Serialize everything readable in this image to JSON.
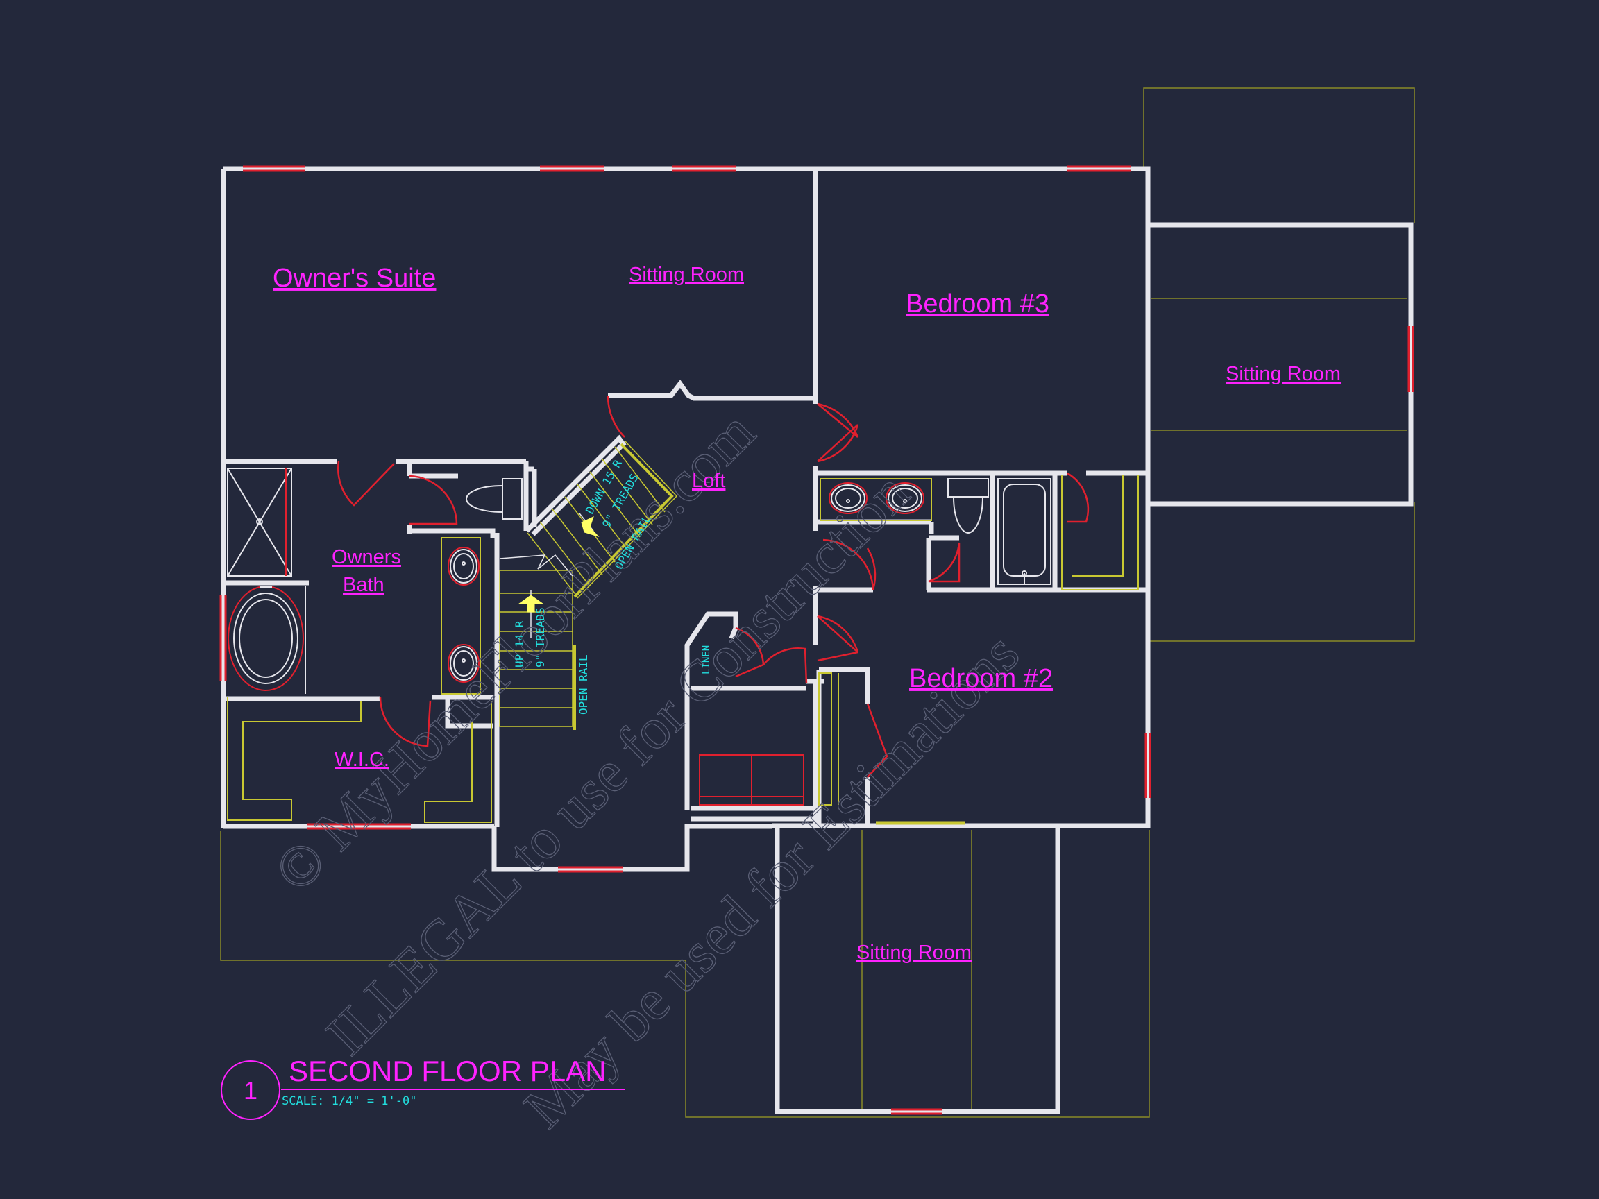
{
  "rooms": {
    "owners_suite": "Owner's Suite",
    "sitting_room_owner": "Sitting Room",
    "bedroom_3": "Bedroom #3",
    "sitting_room_east": "Sitting Room",
    "loft": "Loft",
    "owners_bath_line1": "Owners",
    "owners_bath_line2": "Bath",
    "wic": "W.I.C.",
    "bedroom_2": "Bedroom #2",
    "sitting_room_south": "Sitting Room",
    "linen": "LINEN"
  },
  "stairs": {
    "down_count": "DOWN 15 R",
    "down_treads": "9\" TREADS",
    "up_count": "UP 14 R",
    "up_treads": "9\" TREADS",
    "open_rail_upper": "OPEN RAIL",
    "open_rail_lower": "OPEN RAIL"
  },
  "title_block": {
    "number": "1",
    "title": "SECOND FLOOR PLAN",
    "scale": "SCALE: 1/4\" = 1'-0\""
  },
  "watermark": {
    "line1": "© MyHomeFloorPlans.com",
    "line2": "ILLEGAL to use for Construction",
    "line3": "May be used for Estimations"
  },
  "colors": {
    "background": "#23283b",
    "wall": "#e6e6ec",
    "label": "#ff22ff",
    "window": "#e0202e",
    "cabinet": "#c8c832",
    "stair_text": "#22dddd",
    "arrow": "#ffff66"
  }
}
